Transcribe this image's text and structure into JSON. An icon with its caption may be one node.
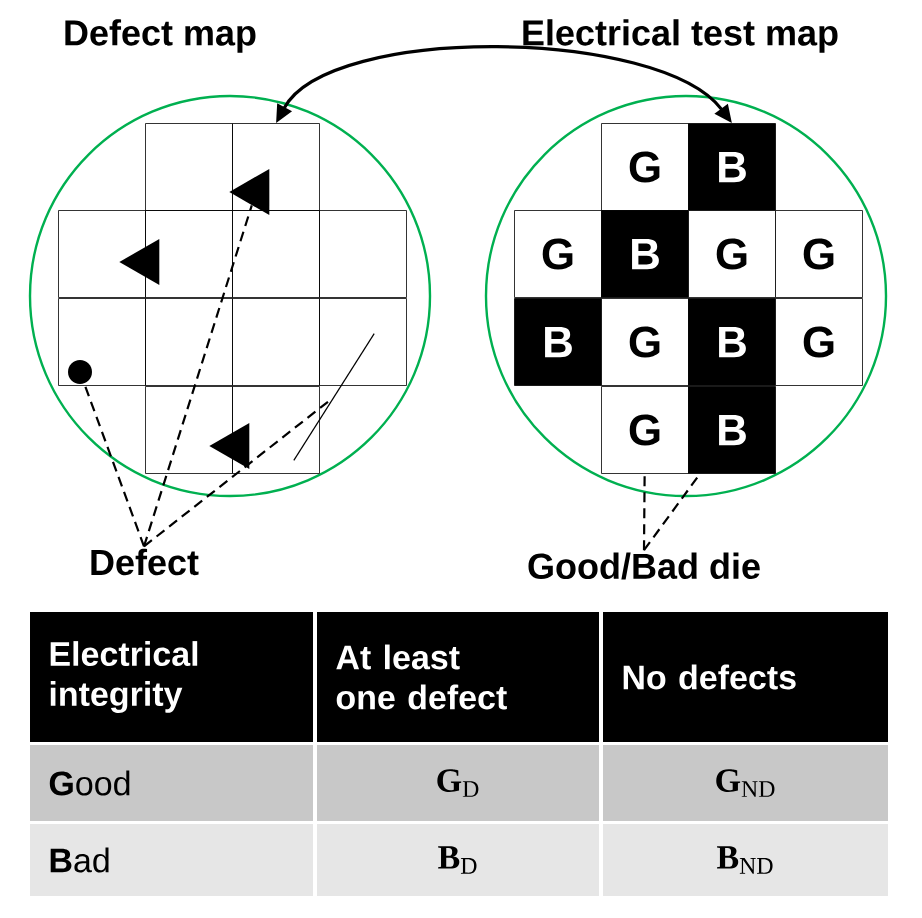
{
  "diagram": {
    "nodes": [
      {
        "text": [
          "Defect map"
        ]
      },
      {
        "text": [],
        "shape": "box",
        "in": 0
      },
      {
        "text": [],
        "shape": "box",
        "in": 0
      },
      {
        "text": [],
        "shape": "box",
        "in": 0
      },
      {
        "text": [],
        "shape": "box",
        "in": 0
      },
      {
        "text": [],
        "shape": "box",
        "in": 0
      },
      {
        "text": [],
        "shape": "box",
        "in": 0
      },
      {
        "text": [],
        "shape": "box",
        "in": 0
      },
      {
        "text": [],
        "shape": "box",
        "in": 0
      },
      {
        "text": [],
        "shape": "box",
        "in": 0
      },
      {
        "text": [],
        "shape": "box",
        "in": 0
      },
      {
        "text": [],
        "shape": "box",
        "in": 0
      },
      {
        "text": [],
        "shape": "box",
        "in": 0
      },
      {
        "text": [],
        "shape": "triangle",
        "in": 0
      },
      {
        "text": [],
        "shape": "triangle",
        "in": 0
      },
      {
        "text": [],
        "shape": "line",
        "in": 0
      },
      {
        "text": [],
        "shape": "circle",
        "in": 7
      },
      {
        "text": [],
        "shape": "triangle",
        "in": 0
      },
      {
        "text": [
          "Defect"
        ]
      },
      {
        "text": [
          "Electrical test map"
        ]
      },
      {
        "text": [
          "G"
        ],
        "in": 19
      },
      {
        "text": [
          "B"
        ],
        "in": 19
      },
      {
        "text": [
          "G"
        ],
        "in": 19
      },
      {
        "text": [
          "B"
        ],
        "in": 19
      },
      {
        "text": [
          "G"
        ],
        "in": 19
      },
      {
        "text": [
          "G"
        ],
        "in": 19
      },
      {
        "text": [
          "B"
        ],
        "in": 19
      },
      {
        "text": [
          "G"
        ],
        "in": 19
      },
      {
        "text": [
          "B"
        ],
        "in": 19
      },
      {
        "text": [
          "G"
        ],
        "in": 19
      },
      {
        "text": [
          "G"
        ],
        "in": 19
      },
      {
        "text": [
          "B"
        ],
        "in": 19
      },
      {
        "text": [
          "Good/Bad die"
        ]
      }
    ],
    "edges": [
      {
        "from": 2,
        "to": 21,
        "arrow": "both"
      },
      {
        "from": 18,
        "to": 16,
        "arrow": "none",
        "style": "dashed"
      },
      {
        "from": 18,
        "to": 13,
        "arrow": "none",
        "style": "dashed"
      },
      {
        "from": 18,
        "to": 15,
        "arrow": "none",
        "style": "dashed"
      },
      {
        "from": 32,
        "to": 30,
        "arrow": "none",
        "style": "dashed"
      },
      {
        "from": 32,
        "to": 31,
        "arrow": "none",
        "style": "dashed"
      }
    ],
    "labels": [
      "Electrical integrity",
      "At least one defect",
      "No defects",
      "**G**ood",
      "**G**$_{D}$",
      "**G**$_{ND}$",
      "**B**ad",
      "**B**$_{D}$",
      "**B**$_{ND}$"
    ]
  }
}
